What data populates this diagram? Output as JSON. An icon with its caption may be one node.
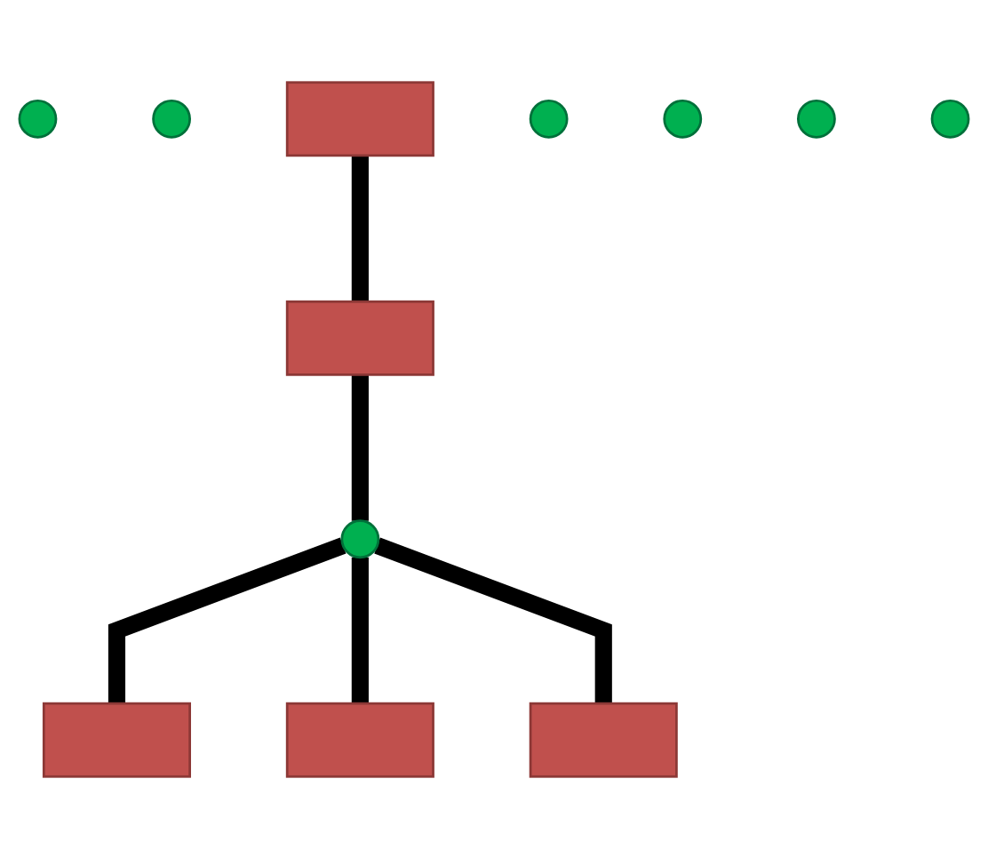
{
  "diagram": {
    "nodes": [
      {
        "text": [],
        "shape": "circle"
      },
      {
        "text": [],
        "shape": "circle"
      },
      {
        "text": [],
        "shape": "box"
      },
      {
        "text": [],
        "shape": "box"
      },
      {
        "text": [],
        "shape": "box"
      },
      {
        "text": [],
        "shape": "circle"
      },
      {
        "text": [],
        "shape": "circle"
      },
      {
        "text": [],
        "shape": "circle"
      },
      {
        "text": [],
        "shape": "circle"
      },
      {
        "text": [],
        "shape": "box"
      },
      {
        "text": [],
        "shape": "box"
      },
      {
        "text": [],
        "shape": "circle"
      }
    ],
    "edges": [
      {
        "from": 2,
        "to": 4,
        "arrow": "none"
      },
      {
        "from": 4,
        "to": 8,
        "arrow": "none"
      },
      {
        "from": 8,
        "to": 3,
        "arrow": "none"
      },
      {
        "from": 8,
        "to": 9,
        "arrow": "none"
      },
      {
        "from": 8,
        "to": 10,
        "arrow": "none"
      }
    ]
  }
}
